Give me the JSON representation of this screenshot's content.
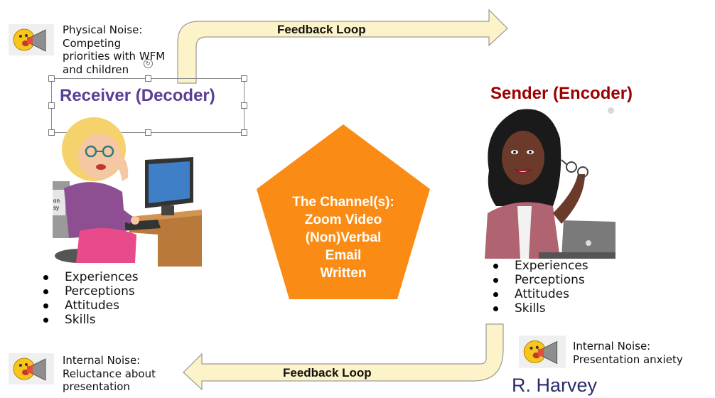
{
  "receiver_title": "Receiver (Decoder)",
  "sender_title": "Sender (Encoder)",
  "feedback_top_label": "Feedback Loop",
  "feedback_bottom_label": "Feedback Loop",
  "channel": {
    "lines": [
      "The Channel(s):",
      "Zoom Video",
      "(Non)Verbal",
      "Email",
      "Written"
    ]
  },
  "noise_physical": {
    "lines": [
      "Physical Noise:",
      "Competing",
      "priorities with WFM",
      "and children"
    ]
  },
  "noise_internal_receiver": {
    "lines": [
      "Internal Noise:",
      "Reluctance about",
      "presentation"
    ]
  },
  "noise_internal_sender": {
    "lines": [
      "Internal Noise:",
      "Presentation anxiety"
    ]
  },
  "receiver_traits": [
    "Experiences",
    "Perceptions",
    "Attitudes",
    "Skills"
  ],
  "sender_traits": [
    "Experiences",
    "Perceptions",
    "Attitudes",
    "Skills"
  ],
  "monitor_sticker_text": [
    "on",
    "sy"
  ],
  "signature": "R. Harvey",
  "colors": {
    "receiver_title": "#5b3e96",
    "sender_title": "#9a0000",
    "channel_fill": "#fa8c15",
    "arrow_fill": "#fdf3c8",
    "arrow_stroke": "#9a9a9a",
    "signature": "#2b2b6e"
  },
  "icons": {
    "noise": "megaphone-face-icon",
    "receiver": "woman-at-computer-illustration",
    "sender": "woman-with-laptop-illustration"
  }
}
